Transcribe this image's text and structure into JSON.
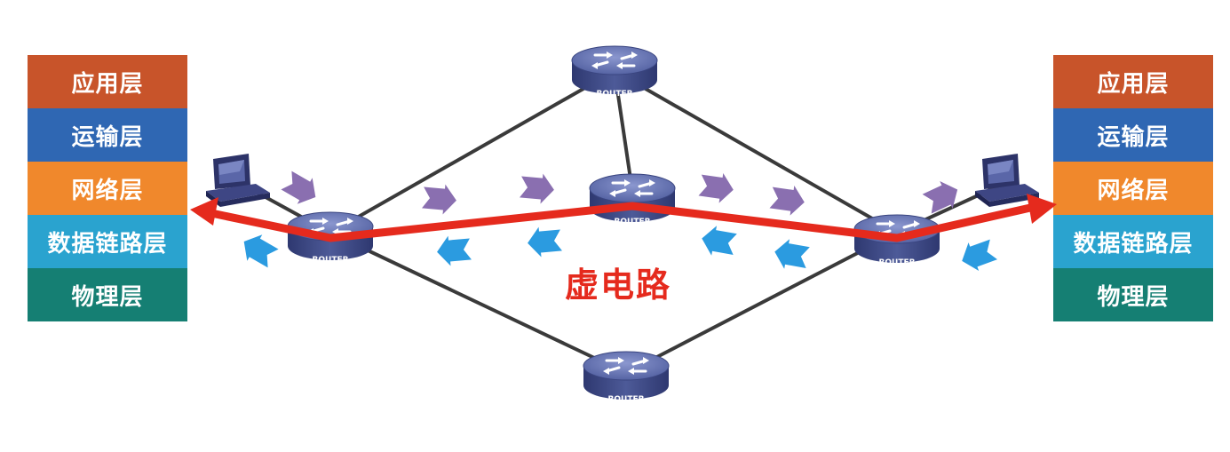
{
  "left_stack": {
    "layers": [
      {
        "label": "应用层",
        "color": "#c8542a"
      },
      {
        "label": "运输层",
        "color": "#2f67b3"
      },
      {
        "label": "网络层",
        "color": "#f0882c"
      },
      {
        "label": "数据链路层",
        "color": "#2aa3cf"
      },
      {
        "label": "物理层",
        "color": "#157f73"
      }
    ]
  },
  "right_stack": {
    "layers": [
      {
        "label": "应用层",
        "color": "#c8542a"
      },
      {
        "label": "运输层",
        "color": "#2f67b3"
      },
      {
        "label": "网络层",
        "color": "#f0882c"
      },
      {
        "label": "数据链路层",
        "color": "#2aa3cf"
      },
      {
        "label": "物理层",
        "color": "#157f73"
      }
    ]
  },
  "virtual_circuit": {
    "label": "虚电路",
    "color": "#e52a1d"
  },
  "router_label": "ROUTER",
  "colors": {
    "router_body": "#46538f",
    "router_top": "#6f7cbb",
    "link": "#3a3a3a",
    "packet_forward": "#8a6fb0",
    "packet_backward": "#2b9be0",
    "computer": "#3e4684"
  }
}
